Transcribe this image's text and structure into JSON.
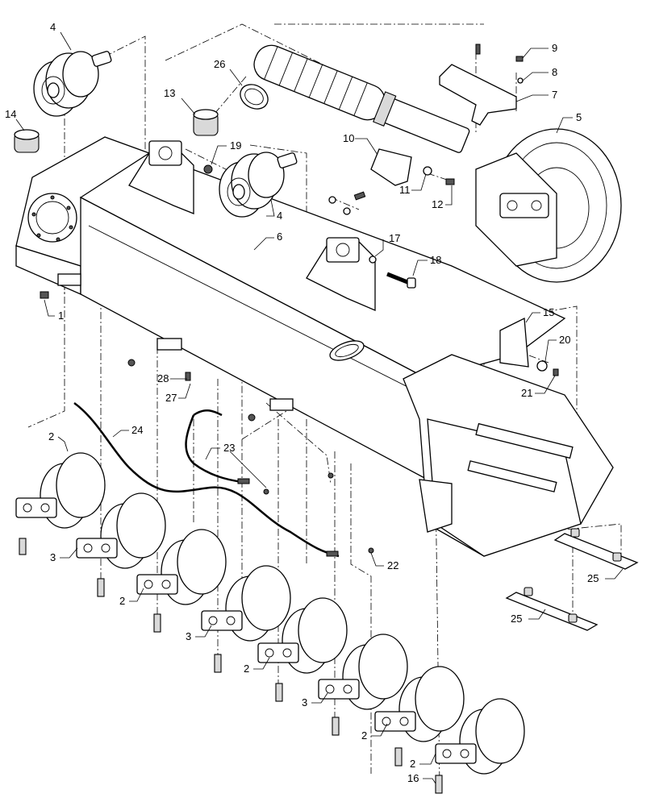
{
  "callouts": [
    {
      "id": "c4a",
      "text": "4"
    },
    {
      "id": "c14",
      "text": "14"
    },
    {
      "id": "c13",
      "text": "13"
    },
    {
      "id": "c26",
      "text": "26"
    },
    {
      "id": "c9",
      "text": "9"
    },
    {
      "id": "c8",
      "text": "8"
    },
    {
      "id": "c7",
      "text": "7"
    },
    {
      "id": "c5",
      "text": "5"
    },
    {
      "id": "c10",
      "text": "10"
    },
    {
      "id": "c19",
      "text": "19"
    },
    {
      "id": "c11",
      "text": "11"
    },
    {
      "id": "c12",
      "text": "12"
    },
    {
      "id": "c4b",
      "text": "4"
    },
    {
      "id": "c6",
      "text": "6"
    },
    {
      "id": "c17",
      "text": "17"
    },
    {
      "id": "c18",
      "text": "18"
    },
    {
      "id": "c1",
      "text": "1"
    },
    {
      "id": "c15",
      "text": "15"
    },
    {
      "id": "c20",
      "text": "20"
    },
    {
      "id": "c21",
      "text": "21"
    },
    {
      "id": "c28",
      "text": "28"
    },
    {
      "id": "c27",
      "text": "27"
    },
    {
      "id": "c24",
      "text": "24"
    },
    {
      "id": "c23",
      "text": "23"
    },
    {
      "id": "c2a",
      "text": "2"
    },
    {
      "id": "c3a",
      "text": "3"
    },
    {
      "id": "c2b",
      "text": "2"
    },
    {
      "id": "c3b",
      "text": "3"
    },
    {
      "id": "c2c",
      "text": "2"
    },
    {
      "id": "c3c",
      "text": "3"
    },
    {
      "id": "c2d",
      "text": "2"
    },
    {
      "id": "c2e",
      "text": "2"
    },
    {
      "id": "c22",
      "text": "22"
    },
    {
      "id": "c25a",
      "text": "25"
    },
    {
      "id": "c25b",
      "text": "25"
    },
    {
      "id": "c16",
      "text": "16"
    }
  ]
}
